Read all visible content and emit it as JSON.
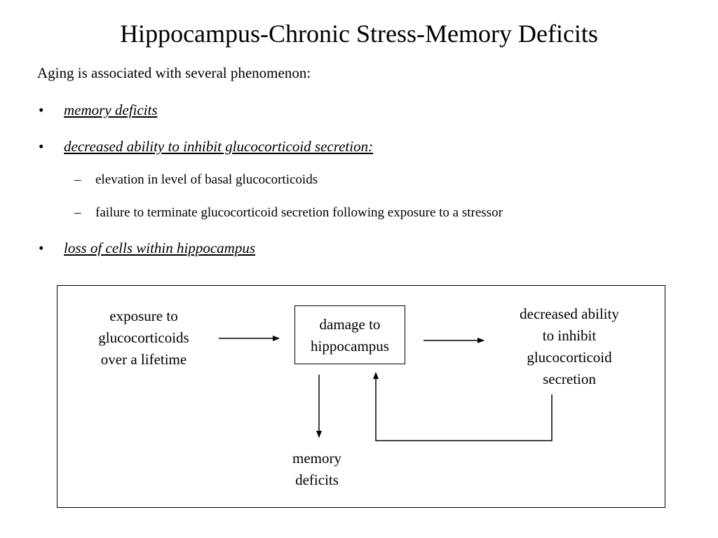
{
  "title": "Hippocampus-Chronic Stress-Memory Deficits",
  "intro": "Aging is associated with several phenomenon:",
  "bullets": [
    {
      "marker": "•",
      "text": "memory deficits"
    },
    {
      "marker": "•",
      "text": "decreased ability to inhibit glucocorticoid secretion:",
      "sub": [
        {
          "marker": "–",
          "text": "elevation in level of basal glucocorticoids"
        },
        {
          "marker": "–",
          "text": "failure to terminate glucocorticoid secretion following exposure to a stressor"
        }
      ]
    },
    {
      "marker": "•",
      "text": "loss of cells within hippocampus"
    }
  ],
  "diagram": {
    "exposure": [
      "exposure to",
      "glucocorticoids",
      "over a lifetime"
    ],
    "damage": [
      "damage to",
      "hippocampus"
    ],
    "decreased": [
      "decreased ability",
      "to inhibit",
      "glucocorticoid",
      "secretion"
    ],
    "memory": [
      "memory",
      "deficits"
    ]
  }
}
